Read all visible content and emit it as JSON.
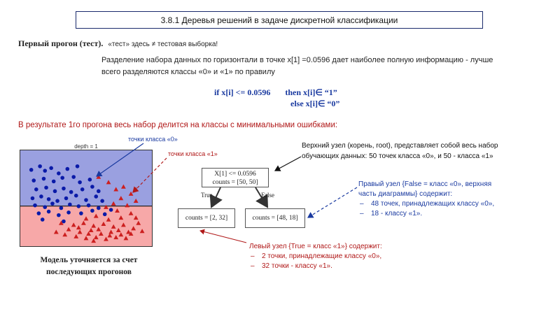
{
  "slide": {
    "title": "3.8.1 Деревья решений в задаче дискретной классификации",
    "first_run_heading": "Первый прогон (тест).",
    "first_run_note": "«тест» здесь ≠ тестовая выборка!",
    "split_text_1": "Разделение набора данных по горизонтали в точке x[1] =0.0596 дает наиболее полную информацию -  лучше",
    "split_text_2": "всего разделяются классы «0» и «1» по правилу",
    "rule_if": "if x[i] <= 0.0596",
    "rule_then": "then x[i]∈ “1”",
    "rule_else": "else  x[i]∈ “0”",
    "result_text": "В результате 1го прогона весь набор делится на классы с минимальными ошибками:",
    "label_class0": "точки класса «0»",
    "label_class1": "точки класса «1»",
    "depth_label": "depth = 1",
    "model_caption_1": "Модель уточняется за счет",
    "model_caption_2": "последующих прогонов"
  },
  "tree": {
    "root_line1": "X[1] <= 0.0596",
    "root_line2": "counts = [50, 50]",
    "left_node": "counts = [2, 32]",
    "right_node": "counts = [48, 18]",
    "true_label": "True",
    "false_label": "False"
  },
  "annotations": {
    "top_node_1": "Верхний узел (корень, root), представляет собой весь набор",
    "top_node_2": "обучающих данных:  50 точек класса «0», и  50 - класса «1»",
    "right_node_1": "Правый узел  {False = класс «0», верхняя",
    "right_node_2": "часть диаграммы} содержит:",
    "right_items": [
      "48 точек, принадлежащих классу «0»,",
      "18 - классу «1»."
    ],
    "left_node_1": "Левый узел  {True = класс «1»} содержит:",
    "left_items": [
      "2 точки, принадлежащие классу «0»,",
      "32 точки - классу «1»."
    ]
  },
  "colors": {
    "blue_region": "#9aa0e0",
    "red_region": "#f7a8a8",
    "blue_point": "#0a1aa8",
    "red_point": "#cc1f1f",
    "accent_blue": "#1a3aa0",
    "accent_red": "#b01818"
  },
  "chart_data": {
    "type": "scatter",
    "title": "depth = 1",
    "threshold_y": 0.0596,
    "xlim": [
      0,
      1
    ],
    "ylim": [
      0,
      1
    ],
    "series": [
      {
        "class": 0,
        "marker": "circle",
        "points": [
          [
            0.06,
            0.82
          ],
          [
            0.13,
            0.86
          ],
          [
            0.17,
            0.81
          ],
          [
            0.22,
            0.84
          ],
          [
            0.28,
            0.78
          ],
          [
            0.35,
            0.83
          ],
          [
            0.43,
            0.86
          ],
          [
            0.08,
            0.7
          ],
          [
            0.16,
            0.72
          ],
          [
            0.24,
            0.69
          ],
          [
            0.31,
            0.73
          ],
          [
            0.4,
            0.74
          ],
          [
            0.45,
            0.68
          ],
          [
            0.53,
            0.71
          ],
          [
            0.1,
            0.6
          ],
          [
            0.18,
            0.62
          ],
          [
            0.25,
            0.58
          ],
          [
            0.32,
            0.61
          ],
          [
            0.38,
            0.57
          ],
          [
            0.47,
            0.6
          ],
          [
            0.55,
            0.63
          ],
          [
            0.6,
            0.58
          ],
          [
            0.07,
            0.5
          ],
          [
            0.14,
            0.52
          ],
          [
            0.2,
            0.49
          ],
          [
            0.27,
            0.47
          ],
          [
            0.34,
            0.5
          ],
          [
            0.42,
            0.53
          ],
          [
            0.5,
            0.48
          ],
          [
            0.58,
            0.52
          ],
          [
            0.63,
            0.47
          ],
          [
            0.09,
            0.42
          ],
          [
            0.17,
            0.4
          ],
          [
            0.23,
            0.44
          ],
          [
            0.3,
            0.39
          ],
          [
            0.37,
            0.43
          ],
          [
            0.44,
            0.41
          ],
          [
            0.52,
            0.42
          ],
          [
            0.6,
            0.39
          ],
          [
            0.12,
            0.33
          ],
          [
            0.2,
            0.35
          ],
          [
            0.28,
            0.31
          ],
          [
            0.36,
            0.34
          ],
          [
            0.46,
            0.33
          ],
          [
            0.55,
            0.36
          ],
          [
            0.65,
            0.32
          ],
          [
            0.7,
            0.37
          ],
          [
            0.15,
            0.26
          ],
          [
            0.32,
            0.24
          ]
        ]
      },
      {
        "class": 1,
        "marker": "triangle",
        "points": [
          [
            0.6,
            0.74
          ],
          [
            0.68,
            0.68
          ],
          [
            0.74,
            0.6
          ],
          [
            0.8,
            0.63
          ],
          [
            0.86,
            0.55
          ],
          [
            0.9,
            0.6
          ],
          [
            0.78,
            0.5
          ],
          [
            0.72,
            0.44
          ],
          [
            0.83,
            0.42
          ],
          [
            0.9,
            0.47
          ],
          [
            0.66,
            0.4
          ],
          [
            0.75,
            0.36
          ],
          [
            0.86,
            0.33
          ],
          [
            0.58,
            0.3
          ],
          [
            0.78,
            0.28
          ],
          [
            0.5,
            0.27
          ],
          [
            0.68,
            0.26
          ],
          [
            0.9,
            0.28
          ],
          [
            0.3,
            0.22
          ],
          [
            0.4,
            0.2
          ],
          [
            0.48,
            0.22
          ],
          [
            0.56,
            0.19
          ],
          [
            0.64,
            0.21
          ],
          [
            0.72,
            0.18
          ],
          [
            0.8,
            0.2
          ],
          [
            0.88,
            0.16
          ],
          [
            0.36,
            0.15
          ],
          [
            0.45,
            0.12
          ],
          [
            0.54,
            0.14
          ],
          [
            0.62,
            0.1
          ],
          [
            0.7,
            0.12
          ],
          [
            0.78,
            0.09
          ],
          [
            0.86,
            0.1
          ],
          [
            0.42,
            0.07
          ],
          [
            0.5,
            0.05
          ],
          [
            0.58,
            0.06
          ],
          [
            0.66,
            0.04
          ],
          [
            0.74,
            0.06
          ],
          [
            0.82,
            0.05
          ],
          [
            0.6,
            0.15
          ],
          [
            0.95,
            0.13
          ],
          [
            0.92,
            0.22
          ],
          [
            0.26,
            0.12
          ],
          [
            0.33,
            0.09
          ],
          [
            0.44,
            0.17
          ],
          [
            0.52,
            0.1
          ],
          [
            0.69,
            0.08
          ],
          [
            0.76,
            0.14
          ],
          [
            0.84,
            0.12
          ],
          [
            0.56,
            0.02
          ]
        ]
      }
    ]
  }
}
